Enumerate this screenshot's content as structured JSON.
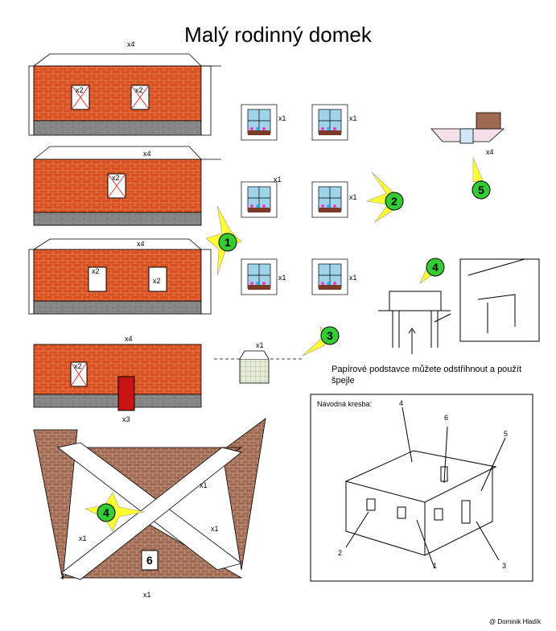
{
  "title": "Malý rodinný domek",
  "labels": {
    "x4": "x4",
    "x2": "x2",
    "x1": "x1",
    "x3": "x3"
  },
  "steps": [
    "1",
    "2",
    "3",
    "4",
    "5",
    "6"
  ],
  "note": "Papírové podstavce můžete odstřihnout a použít špejle",
  "guide": {
    "title": "Návodná kresba:",
    "callouts": [
      "1",
      "2",
      "3",
      "4",
      "5",
      "6"
    ]
  },
  "credit": "@ Dominik Hladík",
  "colors": {
    "brick": "#d9501f",
    "stone": "#8c8c8c",
    "roof": "#a06a52",
    "door": "#c81414",
    "star": "#ffff33",
    "badge": "#33cc33"
  }
}
